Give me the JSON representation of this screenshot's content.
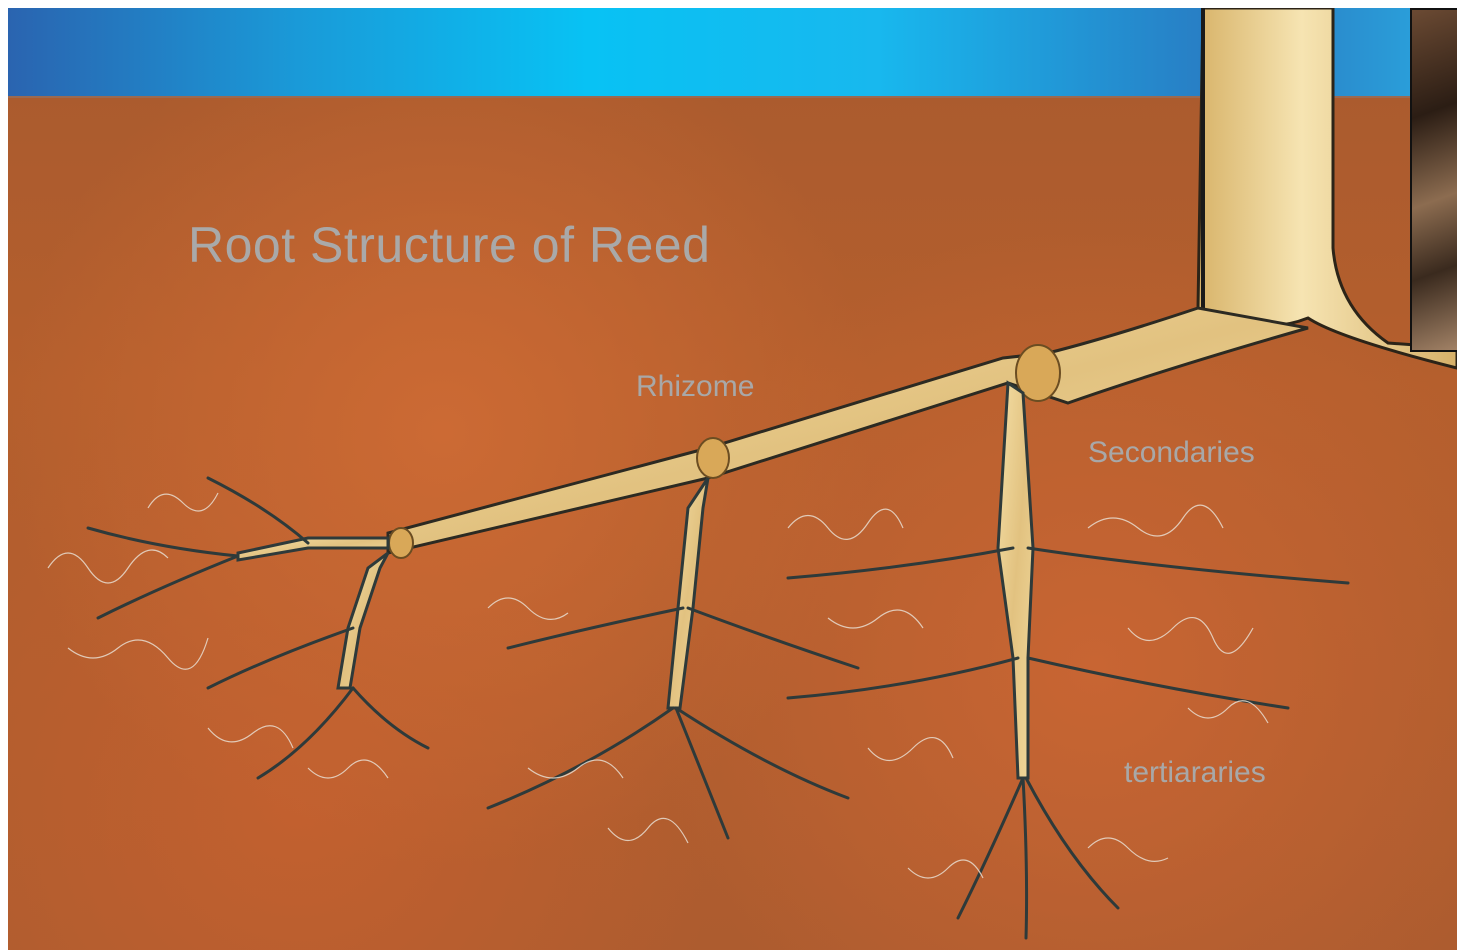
{
  "title": "Root Structure of Reed",
  "labels": {
    "rhizome": "Rhizome",
    "secondaries": "Secondaries",
    "tertiaries": "tertiararies"
  },
  "colors": {
    "header_blue": "#08c2f4",
    "soil": "#b45e2c",
    "rhizome": "#e8cc8a",
    "root_outline": "#2e3a3a",
    "label_text": "#a8a8a8"
  }
}
